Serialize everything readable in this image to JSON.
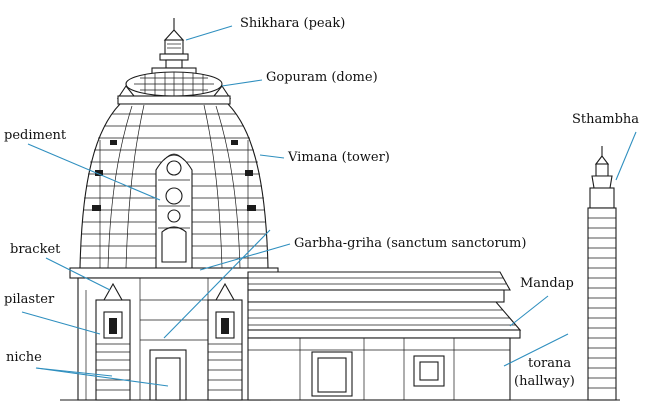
{
  "labels": {
    "shikhara": "Shikhara (peak)",
    "gopuram": "Gopuram (dome)",
    "vimana": "Vimana (tower)",
    "pediment": "pediment",
    "sthambha": "Sthambha",
    "garbha": "Garbha-griha (sanctum sanctorum)",
    "bracket": "bracket",
    "pilaster": "pilaster",
    "mandap": "Mandap",
    "niche": "niche",
    "torana_line1": "torana",
    "torana_line2": "(hallway)"
  },
  "colors": {
    "leader": "#2f8fbf",
    "ink": "#1b1b1b",
    "background": "#ffffff"
  }
}
